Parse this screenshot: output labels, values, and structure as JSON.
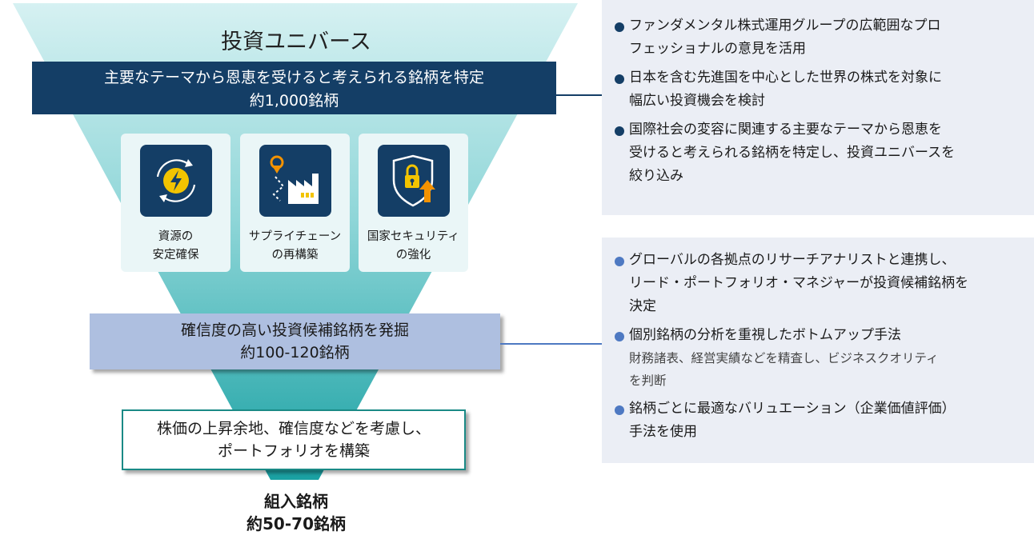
{
  "funnel": {
    "universe_title": "投資ユニバース",
    "step1": {
      "line1": "主要なテーマから恩恵を受けると考えられる銘柄を特定",
      "line2": "約1,000銘柄"
    },
    "themes": [
      {
        "icon": "energy-cycle-icon",
        "line1": "資源の",
        "line2": "安定確保"
      },
      {
        "icon": "supply-chain-factory-icon",
        "line1": "サプライチェーン",
        "line2": "の再構築"
      },
      {
        "icon": "security-shield-lock-icon",
        "line1": "国家セキュリティ",
        "line2": "の強化"
      }
    ],
    "step2": {
      "line1": "確信度の高い投資候補銘柄を発掘",
      "line2": "約100-120銘柄"
    },
    "step3": {
      "line1": "株価の上昇余地、確信度などを考慮し、",
      "line2": "ポートフォリオを構築"
    },
    "final": {
      "line1": "組入銘柄",
      "line2": "約50-70銘柄"
    }
  },
  "descriptions": {
    "panel1": [
      {
        "line1": "ファンダメンタル株式運用グループの広範囲なプロ",
        "line2": "フェッショナルの意見を活用"
      },
      {
        "line1": "日本を含む先進国を中心とした世界の株式を対象に",
        "line2": "幅広い投資機会を検討"
      },
      {
        "line1": "国際社会の変容に関連する主要なテーマから恩恵を",
        "line2": "受けると考えられる銘柄を特定し、投資ユニバースを",
        "line3": "絞り込み"
      }
    ],
    "panel2": [
      {
        "line1": "グローバルの各拠点のリサーチアナリストと連携し、",
        "line2": "リード・ポートフォリオ・マネジャーが投資候補銘柄を",
        "line3": "決定"
      },
      {
        "line1": "個別銘柄の分析を重視したボトムアップ手法",
        "sub1": "財務諸表、経営実績などを精査し、ビジネスクオリティ",
        "sub2": "を判断"
      },
      {
        "line1": "銘柄ごとに最適なバリュエーション（企業価値評価）",
        "line2": "手法を使用"
      }
    ]
  },
  "colors": {
    "navy": "#143e66",
    "teal_light": "#cfeef0",
    "teal_dark": "#1aa1a3",
    "step2_fill": "#aebfe0",
    "panel_fill": "#ebeef5",
    "bullet_blue": "#4e79c2",
    "icon_yellow": "#f2c400",
    "icon_orange": "#f39200"
  }
}
